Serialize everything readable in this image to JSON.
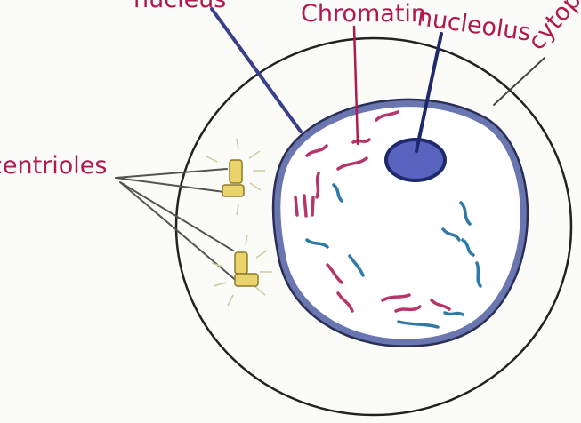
{
  "labels": {
    "nucleus": "nucleus",
    "chromatin": "Chromatin",
    "nucleolus": "nucleolus",
    "cytoplasm": "cytoplasm",
    "centrioles": "centrioles"
  },
  "colors": {
    "label_text": "#b0184e",
    "cell_outline": "#222222",
    "nuclear_envelope": "#6a76b0",
    "nuclear_envelope_edge": "#2a2f55",
    "nucleolus_fill": "#5a63c0",
    "leader_nucleus": "#3a3f8c",
    "leader_red": "#b0184e",
    "leader_dark": "#1e2a6c",
    "centriole_fill": "#e9d36a",
    "chromatin_red": "#b8356a",
    "chromatin_blue": "#2d7aa6",
    "background": "#fbfbf8"
  }
}
